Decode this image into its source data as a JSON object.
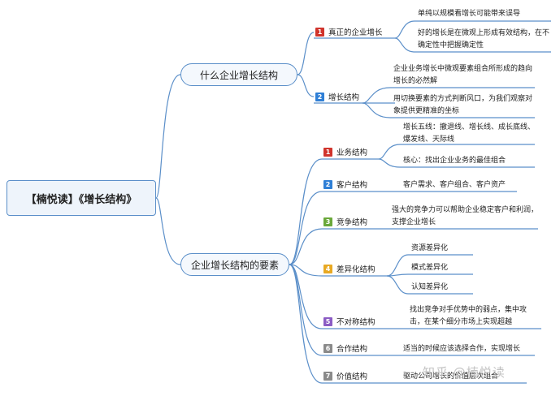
{
  "root": "【楠悦读】《增长结构》",
  "what_is": {
    "label": "什么企业增长结构",
    "growth": {
      "num": "1",
      "label": "真正的企业增长",
      "leaves": [
        "单纯以规模看增长可能带来误导",
        "好的增长是在微观上形成有效结构，在不确定性中把握确定性"
      ]
    },
    "structure": {
      "num": "2",
      "label": "增长结构",
      "leaves": [
        "企业业务增长中微观要素组合所形成的趋向增长的必然解",
        "用切换要素的方式判断风口，为我们观察对象提供更精准的坐标"
      ]
    }
  },
  "elements": {
    "label": "企业增长结构的要素",
    "items": [
      {
        "num": "1",
        "label": "业务结构",
        "leaves": [
          "增长五线：撤退线、增长线、成长底线、爆发线、天际线",
          "核心：找出企业业务的最佳组合"
        ]
      },
      {
        "num": "2",
        "label": "客户结构",
        "leaves": [
          "客户需求、客户组合、客户资产"
        ]
      },
      {
        "num": "3",
        "label": "竞争结构",
        "leaves": [
          "强大的竞争力可以帮助企业稳定客户和利润，支撑企业增长"
        ]
      },
      {
        "num": "4",
        "label": "差异化结构",
        "leaves": [
          "资源差异化",
          "模式差异化",
          "认知差异化"
        ]
      },
      {
        "num": "5",
        "label": "不对称结构",
        "leaves": [
          "找出竞争对手优势中的弱点，集中攻击，在某个细分市场上实现超越"
        ]
      },
      {
        "num": "6",
        "label": "合作结构",
        "leaves": [
          "适当的时候应该选择合作，实现增长"
        ]
      },
      {
        "num": "7",
        "label": "价值结构",
        "leaves": [
          "驱动公司增长的价值层次组合"
        ]
      }
    ]
  },
  "badge_colors": [
    "#d0342c",
    "#2f7fd6",
    "#6aa83a",
    "#e8a923",
    "#8b5cc4",
    "#8a8a8a",
    "#8a8a8a"
  ],
  "line_color": "#5b8fc9",
  "watermark": "知乎 @楠悦读"
}
